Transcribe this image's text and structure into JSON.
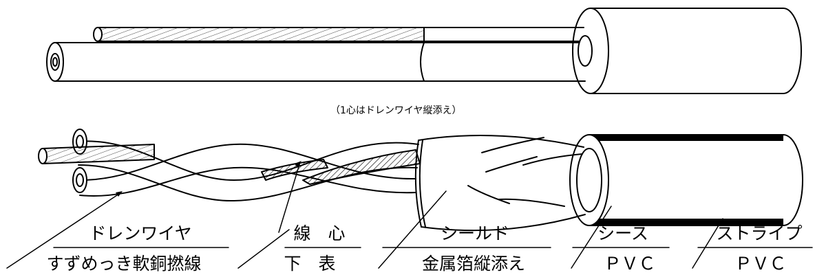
{
  "note": "（1心はドレンワイヤ縦添え）",
  "labels": [
    {
      "name": "ドレンワイヤ",
      "desc": "すずめっき軟銅撚線"
    },
    {
      "name": "線　心",
      "desc": "下　表"
    },
    {
      "name": "シールド",
      "desc": "金属箔縦添え"
    },
    {
      "name": "シース",
      "desc": "ＰＶＣ"
    },
    {
      "name": "ストライプ",
      "desc": "ＰＶＣ"
    }
  ]
}
